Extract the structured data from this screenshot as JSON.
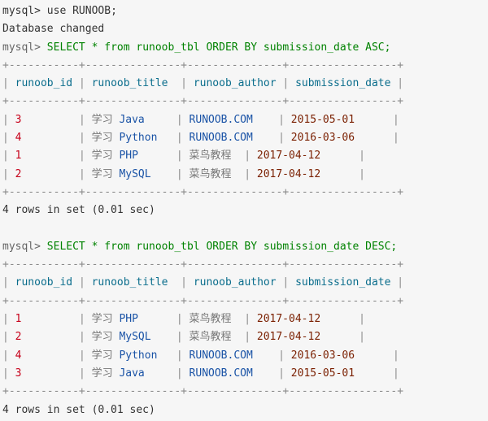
{
  "session": {
    "lines": [
      {
        "kind": "prompt",
        "prompt": "mysql>",
        "command": "use RUNOOB;"
      },
      {
        "kind": "output",
        "text": "Database changed"
      },
      {
        "kind": "prompt",
        "prompt": "mysql>",
        "command": "SELECT * from runoob_tbl ORDER BY submission_date ASC;"
      }
    ]
  },
  "table1": {
    "border": "+-----------+---------------+---------------+-----------------+",
    "headers": [
      "runoob_id",
      "runoob_title",
      "runoob_author",
      "submission_date"
    ],
    "rows": [
      {
        "id": "3",
        "title_cjk": "学习",
        "title": "Java",
        "author": "RUNOOB.COM",
        "date": "2015-05-01"
      },
      {
        "id": "4",
        "title_cjk": "学习",
        "title": "Python",
        "author": "RUNOOB.COM",
        "date": "2016-03-06"
      },
      {
        "id": "1",
        "title_cjk": "学习",
        "title": "PHP",
        "author": "菜鸟教程",
        "date": "2017-04-12"
      },
      {
        "id": "2",
        "title_cjk": "学习",
        "title": "MySQL",
        "author": "菜鸟教程",
        "date": "2017-04-12"
      }
    ],
    "summary": "4 rows in set (0.01 sec)"
  },
  "query2": {
    "prompt": "mysql>",
    "command": "SELECT * from runoob_tbl ORDER BY submission_date DESC;"
  },
  "table2": {
    "border": "+-----------+---------------+---------------+-----------------+",
    "headers": [
      "runoob_id",
      "runoob_title",
      "runoob_author",
      "submission_date"
    ],
    "rows": [
      {
        "id": "1",
        "title_cjk": "学习",
        "title": "PHP",
        "author": "菜鸟教程",
        "date": "2017-04-12"
      },
      {
        "id": "2",
        "title_cjk": "学习",
        "title": "MySQL",
        "author": "菜鸟教程",
        "date": "2017-04-12"
      },
      {
        "id": "4",
        "title_cjk": "学习",
        "title": "Python",
        "author": "RUNOOB.COM",
        "date": "2016-03-06"
      },
      {
        "id": "3",
        "title_cjk": "学习",
        "title": "Java",
        "author": "RUNOOB.COM",
        "date": "2015-05-01"
      }
    ],
    "summary": "4 rows in set (0.01 sec)"
  }
}
